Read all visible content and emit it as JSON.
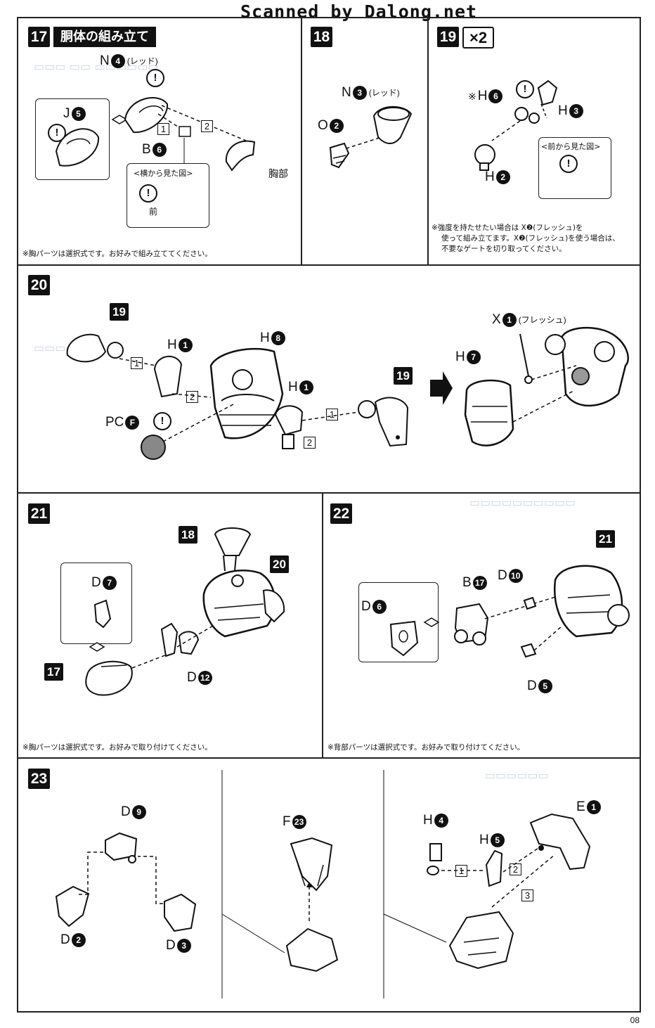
{
  "scan_header": "Scanned by Dalong.net",
  "page_number": "08",
  "steps": {
    "s17": {
      "number": "17",
      "title": "胴体の組み立て",
      "parts": {
        "n4": {
          "letter": "N",
          "num": "4",
          "paren": "(レッド)"
        },
        "j5": {
          "letter": "J",
          "num": "5"
        },
        "b6": {
          "letter": "B",
          "num": "6"
        },
        "chest": "胸部"
      },
      "side_view": "<横から見た図>",
      "front": "前",
      "seq": [
        "1",
        "2"
      ],
      "note": "※胸パーツは選択式です。お好みで組み立ててください。"
    },
    "s18": {
      "number": "18",
      "parts": {
        "n3": {
          "letter": "N",
          "num": "3",
          "paren": "(レッド)"
        },
        "o2": {
          "letter": "O",
          "num": "2"
        }
      }
    },
    "s19": {
      "number": "19",
      "multiplier": "×2",
      "parts": {
        "h6": {
          "prefix": "※",
          "letter": "H",
          "num": "6"
        },
        "h3": {
          "letter": "H",
          "num": "3"
        },
        "h2": {
          "letter": "H",
          "num": "2"
        }
      },
      "front_view": "<前から見た図>",
      "note_lines": [
        "※強度を持たせたい場合は X❷(フレッシュ)を",
        "使って組み立てます。X❷(フレッシュ)を使う場合は、",
        "不要なゲートを切り取ってください。"
      ]
    },
    "s20": {
      "number": "20",
      "refs": [
        "19",
        "19"
      ],
      "parts": {
        "h1a": {
          "letter": "H",
          "num": "1"
        },
        "h8": {
          "letter": "H",
          "num": "8"
        },
        "h1b": {
          "letter": "H",
          "num": "1"
        },
        "pcf": {
          "letter": "PC",
          "num": "F"
        },
        "x1": {
          "letter": "X",
          "num": "1",
          "paren": "(フレッシュ)"
        },
        "h7": {
          "letter": "H",
          "num": "7"
        }
      },
      "seq": [
        "1",
        "2",
        "1",
        "2"
      ]
    },
    "s21": {
      "number": "21",
      "refs": {
        "r18": "18",
        "r20": "20",
        "r17": "17"
      },
      "parts": {
        "d7": {
          "letter": "D",
          "num": "7"
        },
        "d12": {
          "letter": "D",
          "num": "12"
        }
      },
      "note": "※胸パーツは選択式です。お好みで取り付けてください。"
    },
    "s22": {
      "number": "22",
      "refs": {
        "r21": "21"
      },
      "parts": {
        "d6": {
          "letter": "D",
          "num": "6"
        },
        "b17": {
          "letter": "B",
          "num": "17"
        },
        "d10": {
          "letter": "D",
          "num": "10"
        },
        "d5": {
          "letter": "D",
          "num": "5"
        }
      },
      "note": "※背部パーツは選択式です。お好みで取り付けてください。"
    },
    "s23": {
      "number": "23",
      "parts": {
        "d9": {
          "letter": "D",
          "num": "9"
        },
        "d2": {
          "letter": "D",
          "num": "2"
        },
        "d3": {
          "letter": "D",
          "num": "3"
        },
        "f23": {
          "letter": "F",
          "num": "23"
        },
        "h4": {
          "letter": "H",
          "num": "4"
        },
        "h5": {
          "letter": "H",
          "num": "5"
        },
        "e1": {
          "letter": "E",
          "num": "1"
        }
      },
      "seq": [
        "1",
        "2",
        "3"
      ]
    }
  },
  "icons": {
    "warning": "!",
    "arrow": "right-arrow-icon"
  }
}
